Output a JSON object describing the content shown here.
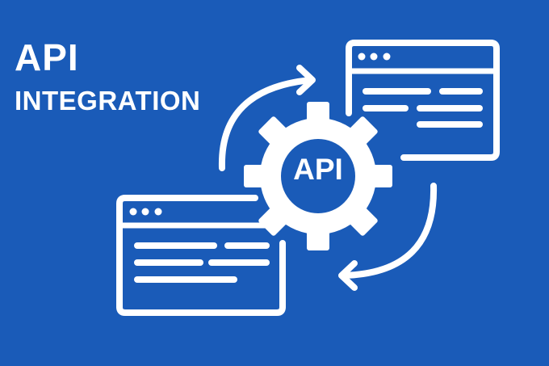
{
  "title": {
    "main": "API",
    "sub": "INTEGRATION"
  },
  "gear": {
    "label": "API",
    "icon": "gear-icon"
  },
  "windows": [
    {
      "name": "top-right-window",
      "dots": 3,
      "lines": 5
    },
    {
      "name": "bottom-left-window",
      "dots": 3,
      "lines": 5
    }
  ],
  "arrows": [
    {
      "name": "arrow-right-icon",
      "direction": "clockwise-to-right"
    },
    {
      "name": "arrow-left-icon",
      "direction": "clockwise-to-left"
    }
  ],
  "colors": {
    "background": "#1a5bb8",
    "foreground": "#ffffff"
  }
}
